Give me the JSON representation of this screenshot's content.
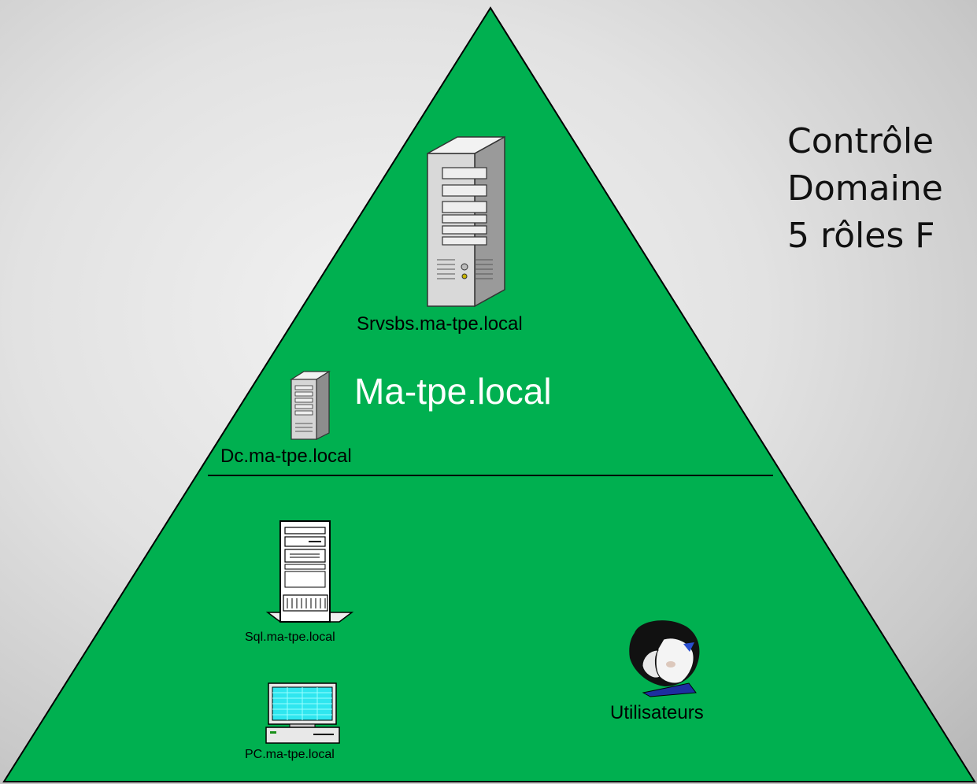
{
  "domain": {
    "name": "Ma-tpe.local"
  },
  "nodes": {
    "srvsbs": {
      "label": "Srvsbs.ma-tpe.local",
      "icon": "tower-server-icon"
    },
    "dc": {
      "label": "Dc.ma-tpe.local",
      "icon": "small-server-icon"
    },
    "sql": {
      "label": "Sql.ma-tpe.local",
      "icon": "sql-server-icon"
    },
    "pc": {
      "label": "PC.ma-tpe.local",
      "icon": "desktop-pc-icon"
    },
    "users": {
      "label": "Utilisateurs",
      "icon": "users-icon"
    }
  },
  "side_text": [
    "Contrôle",
    "Domaine",
    "5 rôles F"
  ],
  "colors": {
    "pyramid_fill": "#00b050",
    "outline": "#000000",
    "background": "#e6e6e6"
  }
}
